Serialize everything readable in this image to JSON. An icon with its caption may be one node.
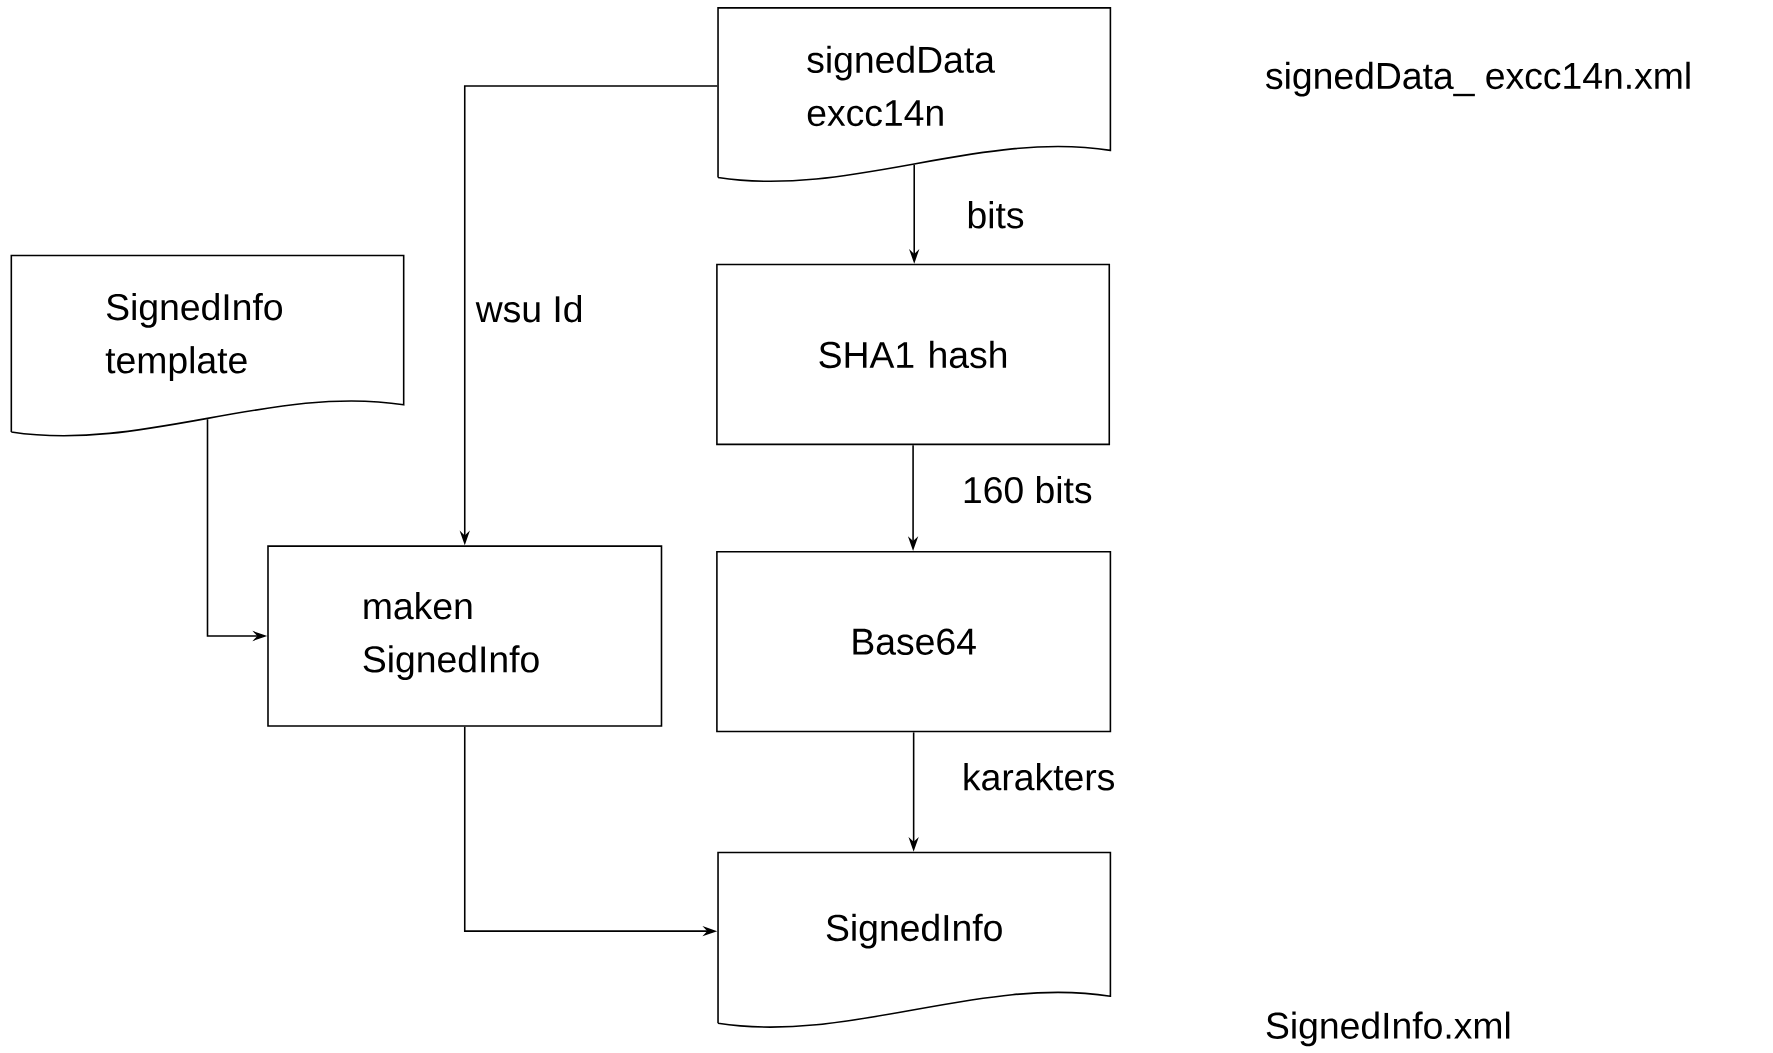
{
  "diagram": {
    "nodes": [
      {
        "text": [
          "signedData excc14n"
        ]
      },
      {
        "text": [
          "SignedInfo template"
        ]
      },
      {
        "text": [
          "SHA1 hash"
        ]
      },
      {
        "text": [
          "maken SignedInfo"
        ]
      },
      {
        "text": [
          "Base64"
        ]
      },
      {
        "text": [
          "SignedInfo"
        ]
      }
    ],
    "labels": [
      "signedData_ excc14n.xml",
      "SignedInfo.xml"
    ],
    "edges": [
      {
        "from": 0,
        "to": 2,
        "arrow": "to",
        "label": "bits"
      },
      {
        "from": 2,
        "to": 4,
        "arrow": "to",
        "label": "160 bits"
      },
      {
        "from": 4,
        "to": 5,
        "arrow": "to",
        "label": "karakters"
      },
      {
        "from": 0,
        "to": 3,
        "arrow": "to",
        "label": "wsu Id"
      },
      {
        "from": 1,
        "to": 3,
        "arrow": "to"
      },
      {
        "from": 3,
        "to": 5,
        "arrow": "to"
      }
    ]
  }
}
